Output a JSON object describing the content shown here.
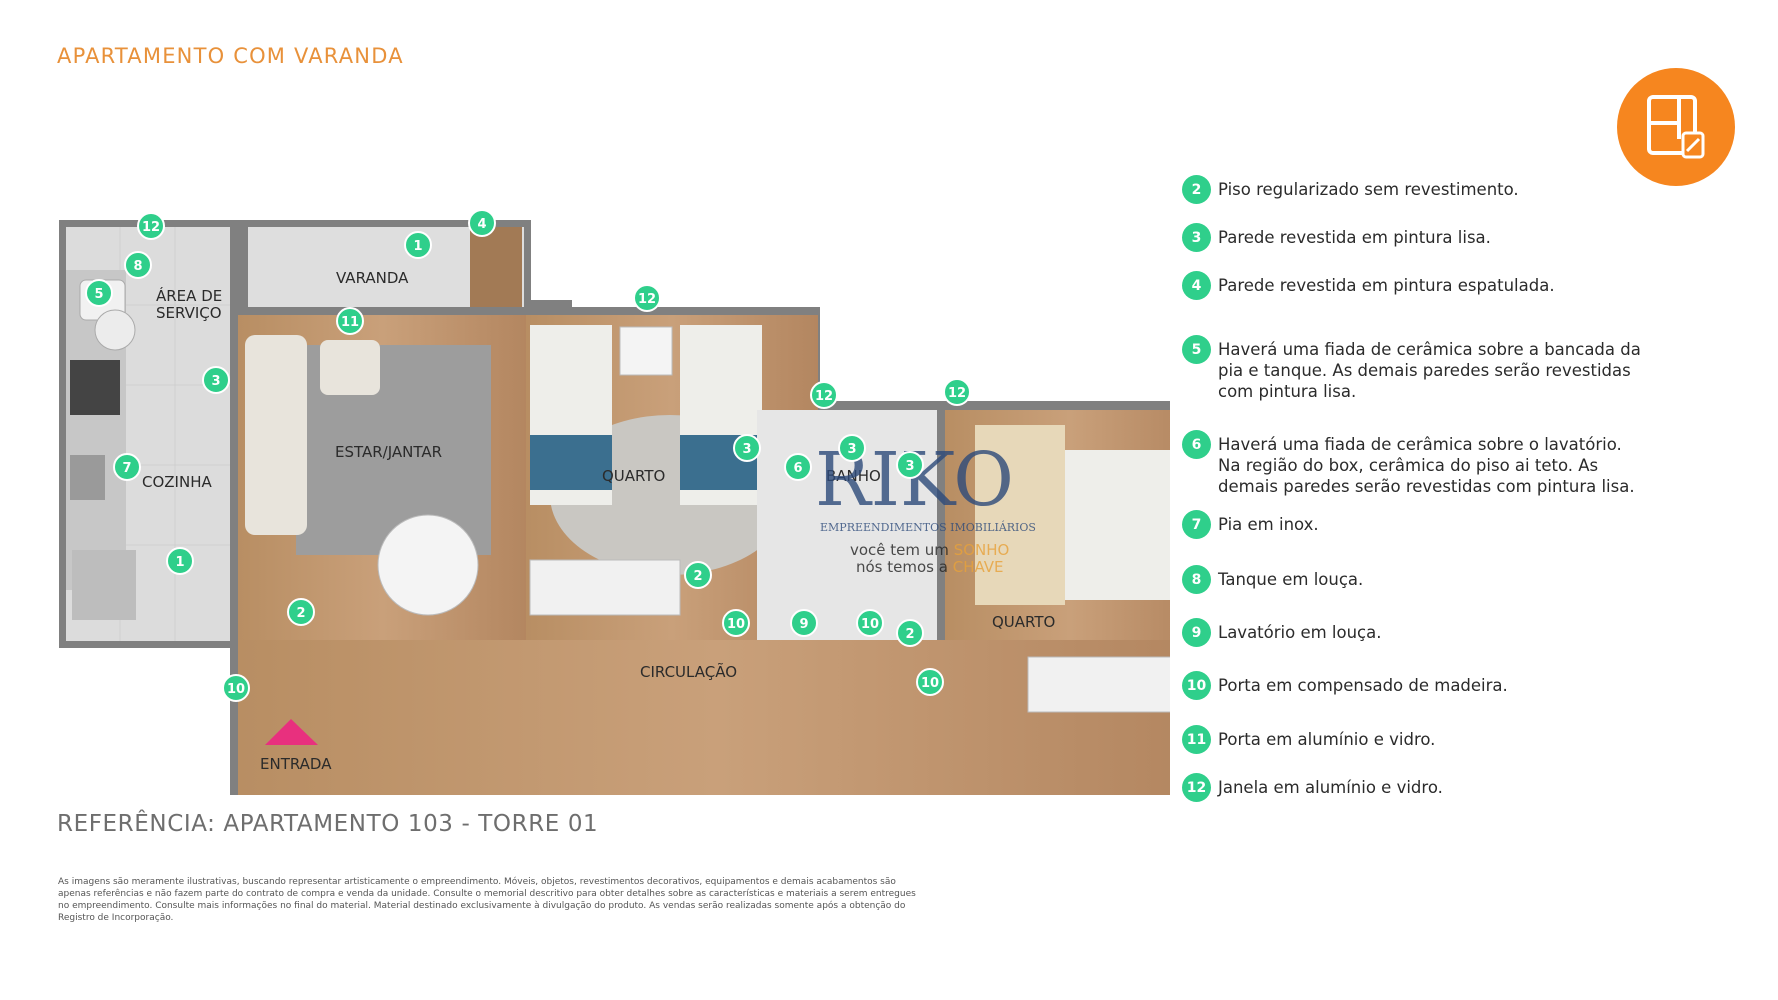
{
  "header": {
    "title": "APARTAMENTO COM VARANDA",
    "badge_icon": "floorplan-icon"
  },
  "plan": {
    "rooms": {
      "area_servico_line1": "ÁREA DE",
      "area_servico_line2": "SERVIÇO",
      "varanda": "VARANDA",
      "cozinha": "COZINHA",
      "estar_jantar": "ESTAR/JANTAR",
      "quarto_1": "QUARTO",
      "banho": "BANHO",
      "quarto_2": "QUARTO",
      "circulacao": "CIRCULAÇÃO",
      "entrada": "ENTRADA"
    },
    "markers": [
      "12",
      "8",
      "5",
      "1",
      "4",
      "11",
      "3",
      "7",
      "1",
      "2",
      "12",
      "3",
      "6",
      "3",
      "2",
      "12",
      "12",
      "10",
      "9",
      "10",
      "3",
      "2",
      "10",
      "10"
    ]
  },
  "watermark": {
    "brand": "RIKO",
    "subtitle": "EMPREENDIMENTOS IMOBILIÁRIOS",
    "slogan_1a": "você tem um ",
    "slogan_1b": "SONHO",
    "slogan_2a": "nós temos a ",
    "slogan_2b": "CHAVE"
  },
  "reference": "REFERÊNCIA: APARTAMENTO 103 - TORRE 01",
  "legend": [
    {
      "num": "2",
      "text": "Piso regularizado sem revestimento."
    },
    {
      "num": "3",
      "text": "Parede revestida em pintura lisa."
    },
    {
      "num": "4",
      "text": "Parede revestida em pintura espatulada."
    },
    {
      "num": "5",
      "text": "Haverá uma fiada de cerâmica sobre a bancada da pia e tanque. As demais paredes serão revestidas com pintura lisa."
    },
    {
      "num": "6",
      "text": "Haverá uma fiada de cerâmica sobre o lavatório. Na região do box, cerâmica do piso ai teto. As demais paredes serão revestidas com pintura lisa."
    },
    {
      "num": "7",
      "text": "Pia em inox."
    },
    {
      "num": "8",
      "text": "Tanque em louça."
    },
    {
      "num": "9",
      "text": "Lavatório em louça."
    },
    {
      "num": "10",
      "text": "Porta em compensado de madeira."
    },
    {
      "num": "11",
      "text": "Porta em alumínio e vidro."
    },
    {
      "num": "12",
      "text": "Janela em alumínio e vidro."
    }
  ],
  "disclaimer": "As imagens são meramente ilustrativas, buscando representar artisticamente o empreendimento. Móveis, objetos, revestimentos decorativos, equipamentos e demais acabamentos são apenas referências e não fazem parte do contrato de compra e venda da unidade. Consulte o memorial descritivo para obter detalhes sobre as características e materiais a serem entregues no empreendimento. Consulte mais informações no final do material. Material destinado exclusivamente à divulgação do produto. As vendas serão realizadas somente após a obtenção do Registro de Incorporação.",
  "colors": {
    "accent": "#e8913a",
    "badge": "#f6861f",
    "marker": "#2fcf8b",
    "entry": "#e8307e"
  }
}
